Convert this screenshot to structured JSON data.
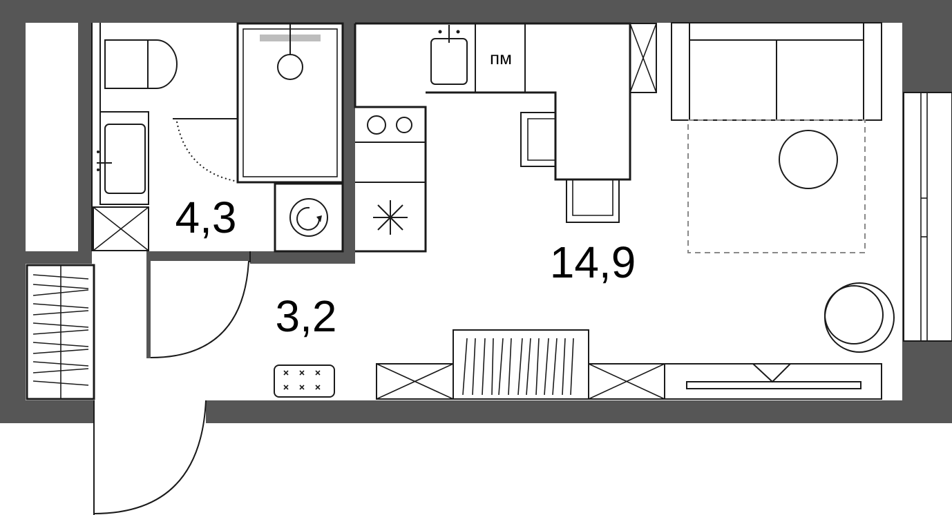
{
  "rooms": [
    {
      "id": "bathroom",
      "area": "4,3"
    },
    {
      "id": "hallway",
      "area": "3,2"
    },
    {
      "id": "living",
      "area": "14,9"
    }
  ],
  "labels": {
    "dishwasher": "пм"
  },
  "colors": {
    "wall": "#565656",
    "line": "#1a1a1a",
    "floor": "#ffffff",
    "rug_dash": "#888888",
    "shower_bar": "#bdbdbd"
  },
  "icons": [
    "toilet-icon",
    "sink-icon",
    "shower-icon",
    "washing-machine-icon",
    "stove-icon",
    "fridge-icon",
    "radiator-icon",
    "door-mat-icon"
  ]
}
